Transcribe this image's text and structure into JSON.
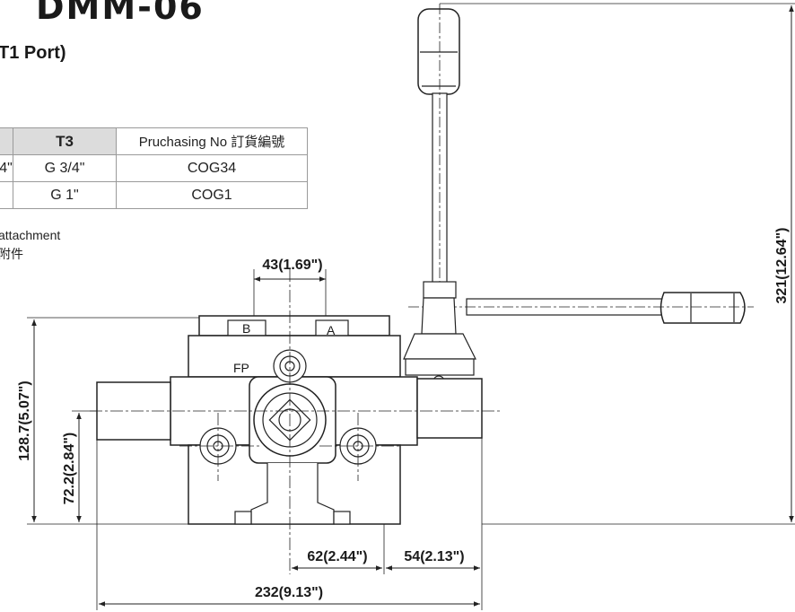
{
  "header": {
    "title": "DMM-06",
    "subtitle": "T1 Port)"
  },
  "spec_table": {
    "headers": [
      "",
      "T3",
      "Pruchasing No 訂貨編號"
    ],
    "rows": [
      [
        "4\"",
        "G 3/4\"",
        "COG34"
      ],
      [
        "",
        "G 1\"",
        "COG1"
      ]
    ]
  },
  "notes": {
    "line1": "attachment",
    "line2": "附件"
  },
  "labels": {
    "port_b": "B",
    "port_a": "A",
    "port_fp": "FP"
  },
  "dimensions": {
    "top_width": "43(1.69\")",
    "total_height": "128.7(5.07\")",
    "center_height": "72.2(2.84\")",
    "lever_height": "321(12.64\")",
    "offset_left": "62(2.44\")",
    "offset_right": "54(2.13\")",
    "total_width": "232(9.13\")"
  }
}
